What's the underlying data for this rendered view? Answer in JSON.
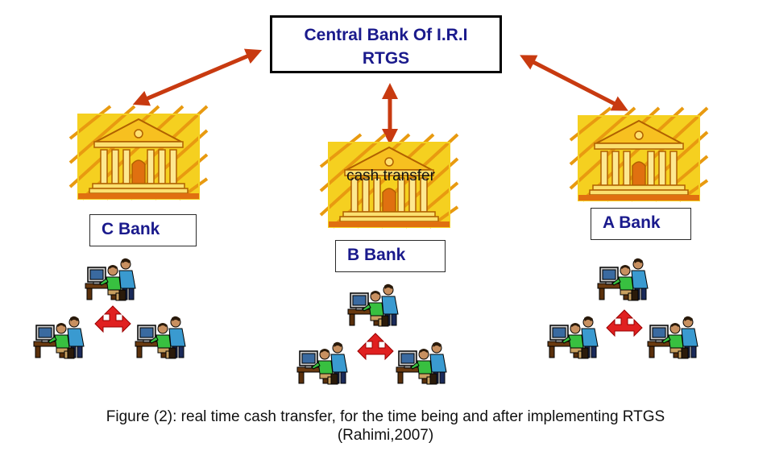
{
  "central": {
    "line1": "Central Bank Of I.R.I",
    "line2": "RTGS"
  },
  "banks": {
    "c": "C Bank",
    "b": "B Bank",
    "a": "A Bank"
  },
  "cash_transfer": "cash transfer",
  "caption": {
    "line1": "Figure (2): real time cash transfer, for the time being and after implementing RTGS",
    "line2": "(Rahimi,2007)"
  },
  "colors": {
    "arrow": "#c83a10",
    "box_text": "#1a1a8c",
    "bank_bg": "#f5d020",
    "bank_stripe": "#e8a010",
    "red_cross_arrow": "#e02020"
  }
}
